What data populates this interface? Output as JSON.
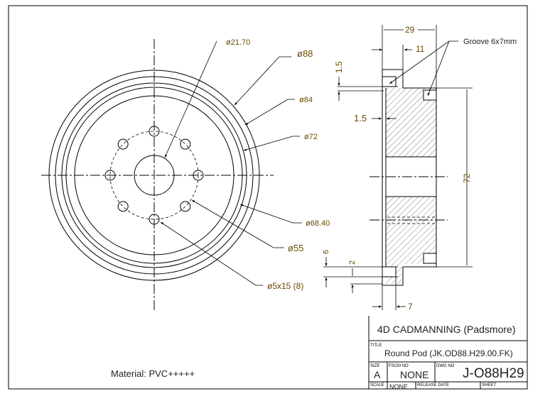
{
  "front_view": {
    "bore": "ø21.70",
    "outer": "ø88",
    "d84": "ø84",
    "d72": "ø72",
    "d68": "ø68.40",
    "d55": "ø55",
    "holes": "ø5x15 (8)"
  },
  "side_view": {
    "width": "29",
    "flange": "11",
    "groove": "Groove 6x7mm",
    "top_step": "1.5",
    "plate": "1.5",
    "height": "72",
    "bottom_6": "6",
    "bottom_2": "2",
    "bottom_7": "7"
  },
  "material": "Material: PVC+++++",
  "title_block": {
    "company": "4D CADMANNING (Padsmore)",
    "title_label": "TITLE",
    "title": "Round Pod (JK.OD88.H29.00.FK)",
    "size_label": "SIZE",
    "size": "A",
    "fscm_label": "FSCM NO",
    "fscm": "NONE",
    "dwg_label": "DWG NO",
    "dwg": "J-O88H29",
    "scale_label": "SCALE",
    "scale": "NONE",
    "release_label": "RELEASE DATE",
    "sheet_label": "SHEET"
  }
}
